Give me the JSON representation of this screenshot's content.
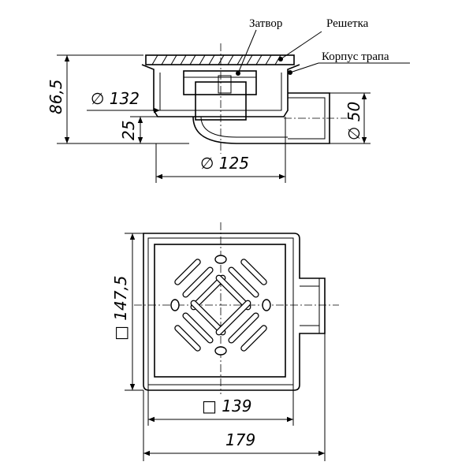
{
  "labels": {
    "zatvor": "Затвор",
    "reshetka": "Решетка",
    "korpus": "Корпус трапа"
  },
  "dimensions": {
    "height_total": "86,5",
    "outlet_height": "25",
    "diam_132": "∅ 132",
    "diam_125": "∅ 125",
    "diam_50": "∅ 50",
    "side_147": "□ 147,5",
    "side_139": "□ 139",
    "width_179": "179"
  }
}
